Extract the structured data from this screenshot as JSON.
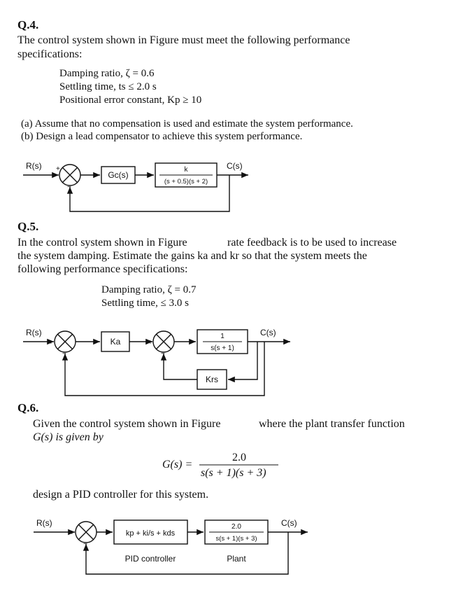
{
  "q4": {
    "heading": "Q.4.",
    "intro_l1": "The control system shown in Figure must meet the following performance",
    "intro_l2": "specifications:",
    "spec1": "Damping ratio, ζ = 0.6",
    "spec2": "Settling time, ts ≤ 2.0 s",
    "spec3": "Positional error constant, Kp ≥ 10",
    "part_a": "(a)  Assume that no compensation is used and estimate the system performance.",
    "part_b": "(b)  Design a lead compensator to achieve this system performance.",
    "diagram": {
      "input": "R(s)",
      "output": "C(s)",
      "plus": "+",
      "minus": "−",
      "comp": "Gc(s)",
      "plant_num": "k",
      "plant_den": "(s + 0.5)(s + 2)"
    }
  },
  "q5": {
    "heading": "Q.5.",
    "l1a": "In the control system shown in Figure",
    "l1b": "rate feedback is to be used to increase",
    "l2": "the system damping. Estimate the gains ka and kr so that the system meets the",
    "l3": "following performance specifications:",
    "spec1": "Damping ratio, ζ = 0.7",
    "spec2": "Settling time, ≤ 3.0 s",
    "diagram": {
      "input": "R(s)",
      "output": "C(s)",
      "plus": "+",
      "minus": "−",
      "gain": "Ka",
      "plant_num": "1",
      "plant_den": "s(s + 1)",
      "rate": "Krs"
    }
  },
  "q6": {
    "heading": "Q.6.",
    "l1a": "Given the control system shown in Figure",
    "l1b": "where the plant transfer function",
    "l2": "G(s) is given by",
    "eq_lhs": "G(s) =",
    "eq_num": "2.0",
    "eq_den": "s(s + 1)(s + 3)",
    "l3": "design a PID controller for this system.",
    "diagram": {
      "input": "R(s)",
      "output": "C(s)",
      "plus": "+",
      "minus": "−",
      "pid": "kp + ki/s + kds",
      "pid_label": "PID controller",
      "plant_num": "2.0",
      "plant_den": "s(s + 1)(s + 3)",
      "plant_label": "Plant"
    }
  }
}
